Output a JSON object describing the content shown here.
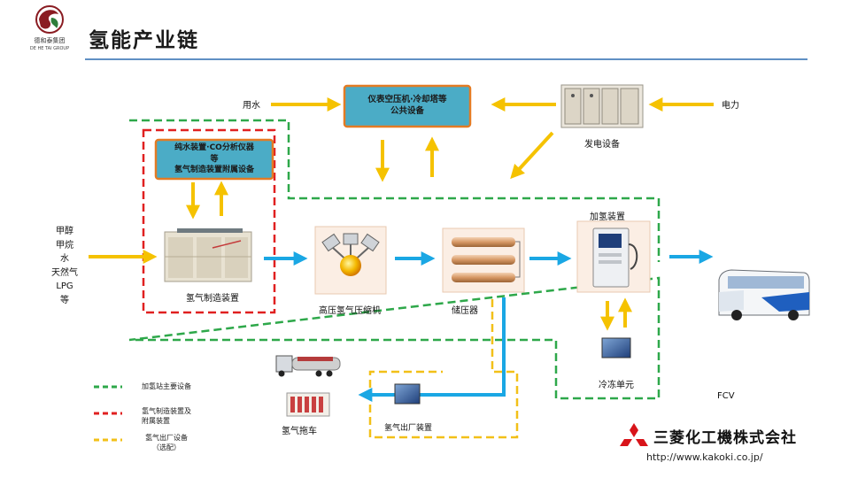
{
  "header": {
    "title": "氢能产业链",
    "company_name": "德和泰集团",
    "company_name_en": "DE HE TAI GROUP"
  },
  "inputs": {
    "water": "用水",
    "power": "电力",
    "feedstocks": [
      "甲醇",
      "甲烷",
      "水",
      "天然气",
      "LPG",
      "等"
    ]
  },
  "boxes": {
    "public_equipment": [
      "仪表空压机·冷却塔等",
      "公共设备"
    ],
    "auxiliary": [
      "纯水装置·CO分析仪器",
      "等",
      "氢气制造装置附属设备"
    ]
  },
  "equipment": {
    "power_generation": "发电设备",
    "hydrogen_production": "氢气制造装置",
    "compressor": "高压氢气压缩机",
    "storage": "储压器",
    "dispenser": "加氢装置",
    "vehicle": "FCV",
    "cooling_unit": "冷冻单元",
    "shipping": "氢气出厂装置",
    "trailer": "氢气拖车"
  },
  "legend": [
    {
      "label": [
        "加氢站主要设备"
      ],
      "color": "#2ea84a"
    },
    {
      "label": [
        "氢气制造装置及",
        "附属装置"
      ],
      "color": "#e02020"
    },
    {
      "label": [
        "氢气出厂设备",
        "（选配）"
      ],
      "color": "#f2c018"
    }
  ],
  "footer": {
    "brand": "三菱化工機株式会社",
    "url": "http://www.kakoki.co.jp/"
  },
  "colors": {
    "title_rule": "#2b6cb0",
    "box_fill": "#4bacc6",
    "box_border": "#e37b24",
    "arrow_yellow": "#f5c200",
    "arrow_blue": "#1aa7e4",
    "green": "#2ea84a",
    "red": "#e02020"
  }
}
